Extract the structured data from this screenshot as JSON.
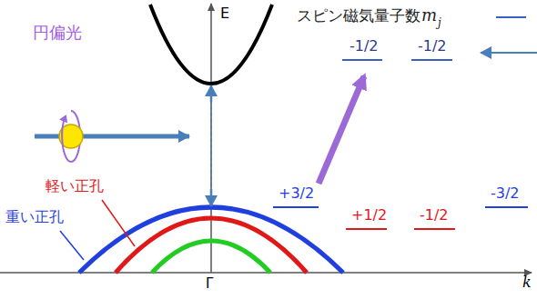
{
  "diagram": {
    "labels": [
      "E",
      "k",
      "Γ",
      "円偏光",
      "軽い正孔",
      "重い正孔",
      "スピン磁気量子数",
      "m",
      "j",
      "-1/2",
      "-1/2",
      "+3/2",
      "+1/2",
      "-1/2",
      "-3/2"
    ]
  }
}
